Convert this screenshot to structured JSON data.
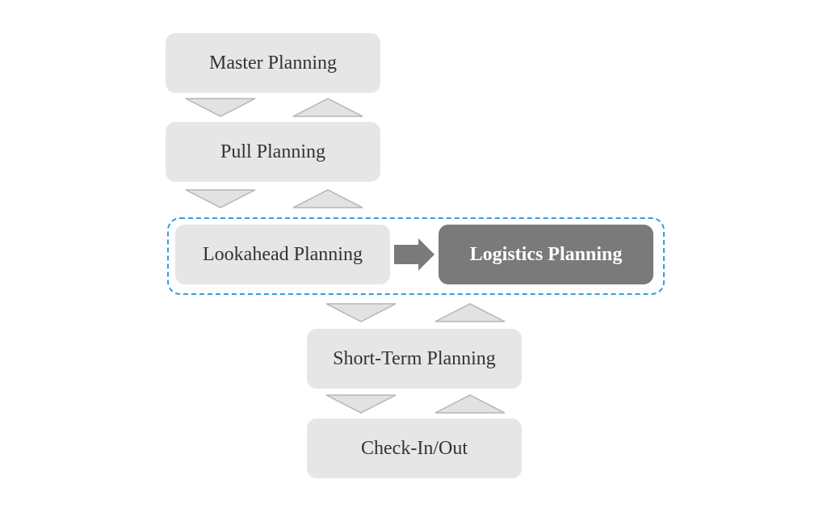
{
  "diagram": {
    "nodes": {
      "master": "Master Planning",
      "pull": "Pull Planning",
      "lookahead": "Lookahead Planning",
      "logistics": "Logistics Planning",
      "short_term": "Short-Term Planning",
      "check": "Check-In/Out"
    },
    "colors": {
      "node_fill": "#e6e6e6",
      "highlight_fill": "#7a7a7a",
      "highlight_text": "#ffffff",
      "group_border": "#3a9ae0",
      "connector_fill": "#e2e2e2"
    },
    "connectors": [
      {
        "from": "master",
        "to": "pull",
        "direction": "down"
      },
      {
        "from": "pull",
        "to": "master",
        "direction": "up"
      },
      {
        "from": "pull",
        "to": "lookahead",
        "direction": "down"
      },
      {
        "from": "lookahead",
        "to": "pull",
        "direction": "up"
      },
      {
        "from": "lookahead",
        "to": "logistics",
        "direction": "right"
      },
      {
        "from": "lookahead",
        "to": "short_term",
        "direction": "down"
      },
      {
        "from": "short_term",
        "to": "logistics",
        "direction": "up"
      },
      {
        "from": "short_term",
        "to": "check",
        "direction": "down"
      },
      {
        "from": "check",
        "to": "short_term",
        "direction": "up"
      }
    ]
  }
}
